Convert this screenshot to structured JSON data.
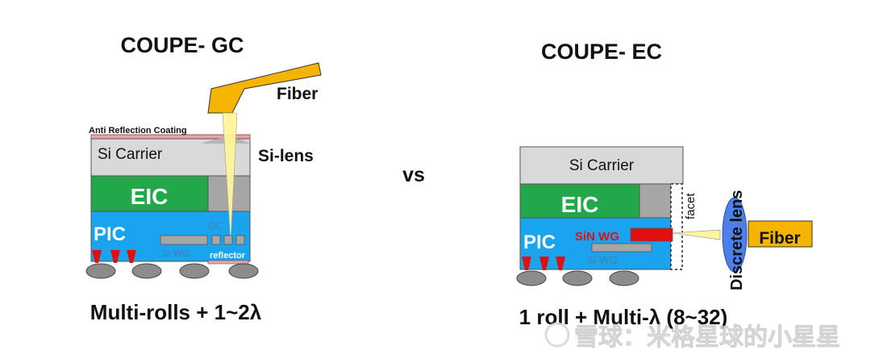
{
  "left": {
    "title": "COUPE- GC",
    "fiber_label": "Fiber",
    "coating_label": "Anti Reflection Coating",
    "carrier_label": "Si Carrier",
    "lens_label": "Si-lens",
    "eic_label": "EIC",
    "pic_label": "PIC",
    "gc_label": "GC",
    "waveguide_label": "Si WG",
    "reflector_label": "reflector",
    "caption": "Multi-rolls + 1~2λ"
  },
  "vs_label": "vs",
  "right": {
    "title": "COUPE- EC",
    "carrier_label": "Si Carrier",
    "eic_label": "EIC",
    "facet_label": "facet",
    "pic_label": "PIC",
    "sin_wg_label": "SiN WG",
    "si_wg_label": "Si WG",
    "lens_label": "Discrete lens",
    "fiber_label": "Fiber",
    "caption": "1 roll + Multi-λ (8~32)"
  },
  "watermark": "雪球：米格星球的小星星",
  "colors": {
    "fiber": "#f5b400",
    "carrier": "#d9d9d9",
    "eic": "#22a84a",
    "eic_dark": "#a6a6a6",
    "pic": "#1aa3ee",
    "coating": "#f4a0a6",
    "sin_wg": "#e01010",
    "bump": "#8c8c8c",
    "lens": "#4d7fe8",
    "beam": "#fff59a"
  }
}
